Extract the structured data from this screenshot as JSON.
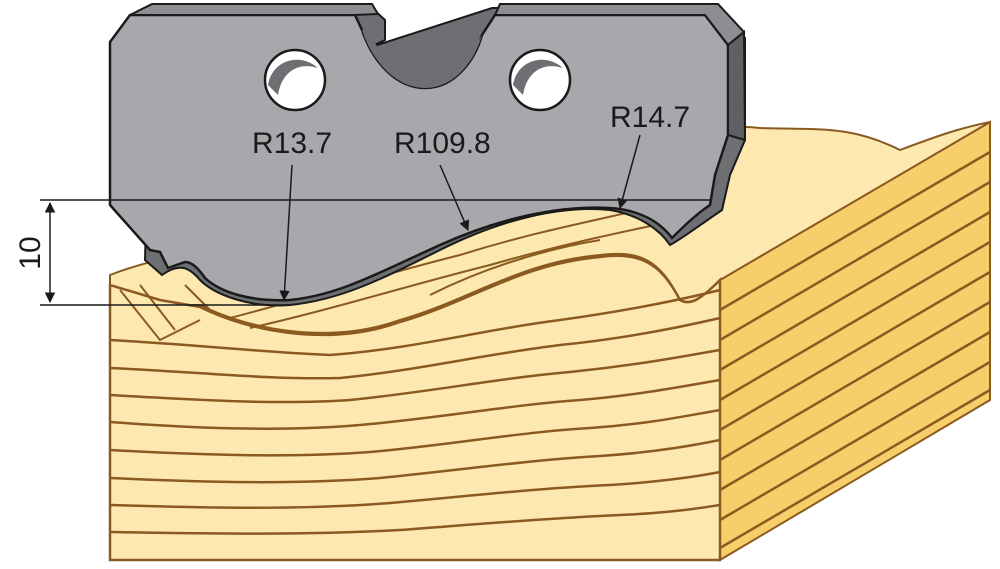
{
  "diagram": {
    "radius_labels": [
      "R13.7",
      "R109.8",
      "R14.7"
    ],
    "height_dimension": "10"
  },
  "colors": {
    "wood_face": "#fde9b0",
    "wood_side": "#f6cf6a",
    "wood_grain": "#8a5a20",
    "knife_fill": "#a6a8ab",
    "knife_dark": "#6d6f72",
    "outline": "#1a1a1a"
  }
}
